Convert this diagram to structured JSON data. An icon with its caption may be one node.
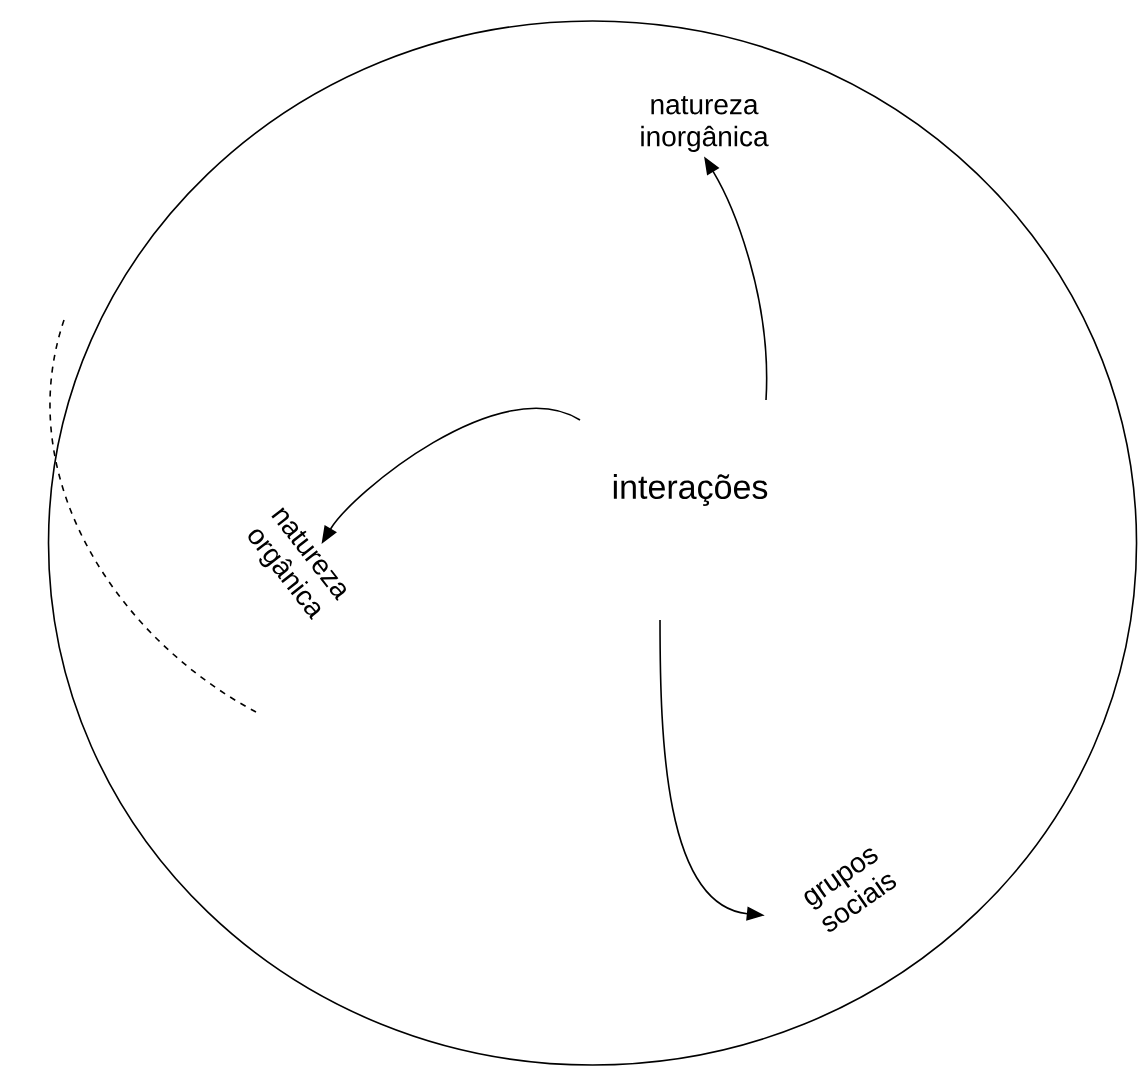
{
  "diagram": {
    "nodes": [
      {
        "text": [],
        "shape": "circle"
      },
      {
        "text": [
          "interações"
        ],
        "in": 0
      },
      {
        "text": [
          "natureza inorgânica"
        ],
        "in": 0
      },
      {
        "text": [
          "natureza orgânica"
        ],
        "in": 0
      },
      {
        "text": [
          "grupos sociais"
        ],
        "in": 0
      }
    ],
    "edges": [
      {
        "from": 1,
        "to": 2,
        "arrow": "to"
      },
      {
        "from": 1,
        "to": 3,
        "arrow": "to"
      },
      {
        "from": 1,
        "to": 4,
        "arrow": "to"
      }
    ]
  }
}
